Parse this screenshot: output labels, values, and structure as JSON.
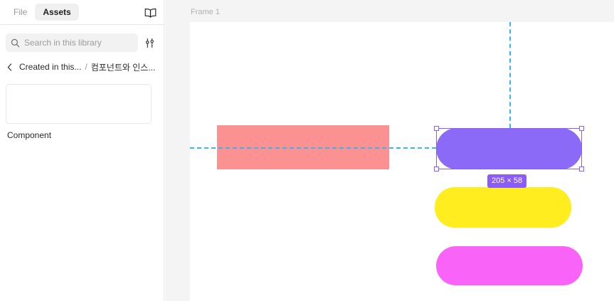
{
  "sidebar": {
    "tabs": [
      {
        "label": "File",
        "active": false
      },
      {
        "label": "Assets",
        "active": true
      }
    ],
    "book_icon": "book-icon",
    "search": {
      "icon": "search-icon",
      "placeholder": "Search in this library",
      "value": "",
      "filter_icon": "tune-icon"
    },
    "breadcrumb": {
      "back_icon": "chevron-left-icon",
      "parent": "Created in this...",
      "separator": "/",
      "current": "컴포넌트와 인스..."
    },
    "component": {
      "label": "Component",
      "thumb_color": "#8b6af7"
    }
  },
  "canvas": {
    "frame_title": "Frame 1",
    "background": "#f4f4f4",
    "frame_background": "#ffffff",
    "shapes": [
      {
        "name": "rectangle-salmon",
        "color": "#fb9191"
      },
      {
        "name": "rounded-rect-purple",
        "color": "#8b6af7"
      },
      {
        "name": "rounded-rect-yellow",
        "color": "#ffed1f"
      },
      {
        "name": "rounded-rect-magenta",
        "color": "#fa63f8"
      }
    ],
    "selection": {
      "size_badge": "205 × 58",
      "accent": "#8b5cf6",
      "guide_color": "#35b6f2"
    }
  }
}
